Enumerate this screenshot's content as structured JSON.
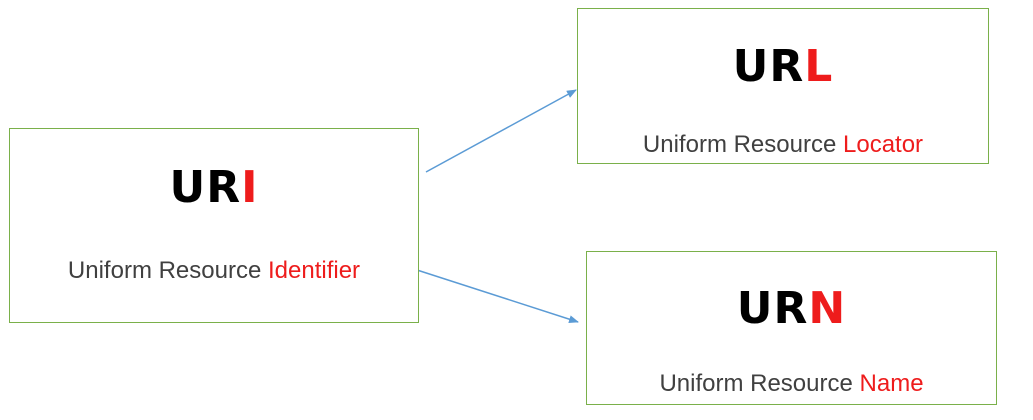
{
  "colors": {
    "box_border": "#7ab04a",
    "highlight": "#ee1c1c",
    "acronym_text": "#000000",
    "expansion_text": "#404040",
    "arrow": "#5b9bd5"
  },
  "nodes": {
    "uri": {
      "acronym_base": "UR",
      "acronym_letter": "I",
      "expansion_base": "Uniform Resource",
      "expansion_word": "Identifier"
    },
    "url": {
      "acronym_base": "UR",
      "acronym_letter": "L",
      "expansion_base": "Uniform Resource",
      "expansion_word": "Locator"
    },
    "urn": {
      "acronym_base": "UR",
      "acronym_letter": "N",
      "expansion_base": "Uniform Resource",
      "expansion_word": "Name"
    }
  },
  "edges": [
    {
      "from": "uri",
      "to": "url"
    },
    {
      "from": "uri",
      "to": "urn"
    }
  ]
}
